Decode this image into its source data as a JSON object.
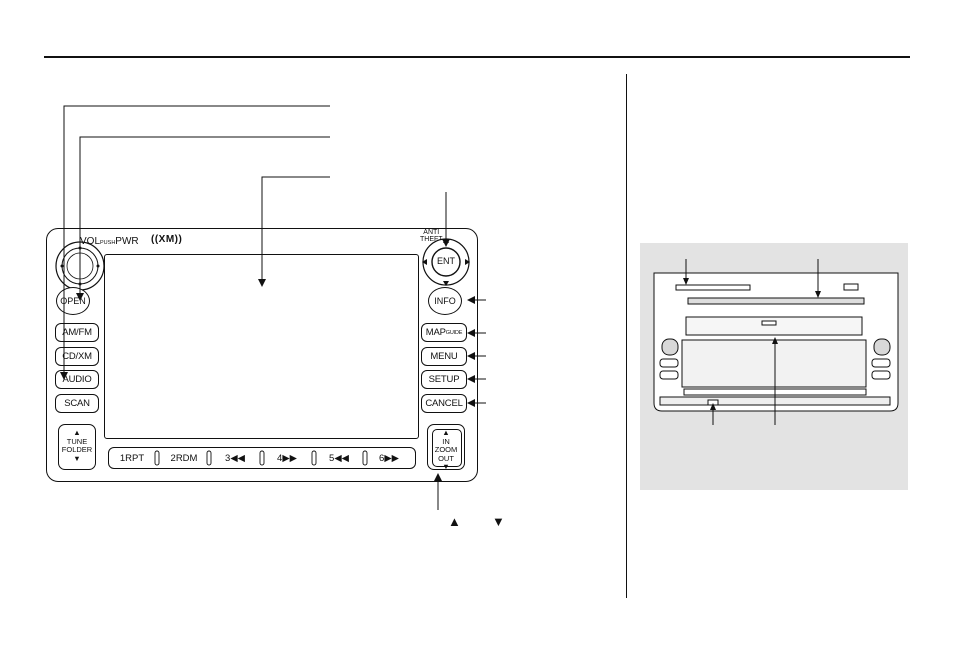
{
  "unit": {
    "vol_label": "VOL",
    "push_label": "PUSH",
    "pwr_label": "PWR",
    "xm_logo": "((XM))",
    "anti_theft_line1": "ANTI",
    "anti_theft_line2": "THEFT",
    "ent_label": "ENT",
    "open_label": "OPEN",
    "info_label": "INFO",
    "left_buttons": [
      "AM/FM",
      "CD/XM",
      "AUDIO",
      "SCAN"
    ],
    "map_label": "MAP",
    "guide_label": "GUIDE",
    "right_buttons": [
      "MENU",
      "SETUP",
      "CANCEL"
    ],
    "tune_folder": [
      "▲",
      "TUNE",
      "FOLDER",
      "▼"
    ],
    "zoom": [
      "▲",
      "IN",
      "ZOOM",
      "OUT",
      "▼"
    ],
    "presets": [
      "1RPT",
      "2RDM",
      "3◀◀",
      "4▶▶",
      "5◀◀",
      "6▶▶"
    ]
  },
  "bottom_symbols": [
    "▲",
    "▼"
  ],
  "colors": {
    "line": "#111111",
    "photo_bg": "#e3e3e3"
  }
}
